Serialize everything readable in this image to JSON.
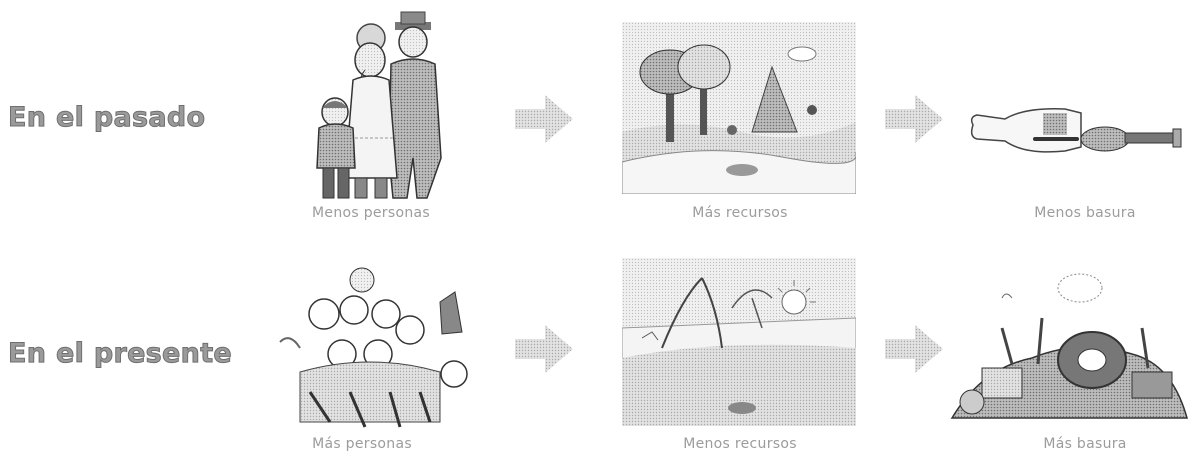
{
  "rows": [
    {
      "label": "En el pasado",
      "items": [
        {
          "caption": "Menos personas",
          "icon": "small-family-illustration"
        },
        {
          "caption": "Más recursos",
          "icon": "lush-landscape-illustration"
        },
        {
          "caption": "Menos basura",
          "icon": "small-trash-illustration"
        }
      ]
    },
    {
      "label": "En el presente",
      "items": [
        {
          "caption": "Más personas",
          "icon": "crowd-illustration"
        },
        {
          "caption": "Menos recursos",
          "icon": "barren-landscape-illustration"
        },
        {
          "caption": "Más basura",
          "icon": "trash-pile-illustration"
        }
      ]
    }
  ],
  "colors": {
    "label": "#9a9a9a",
    "arrow": "#b5b5b5",
    "caption": "#9c9c9c"
  },
  "arrow_icon": "right-arrow-icon"
}
